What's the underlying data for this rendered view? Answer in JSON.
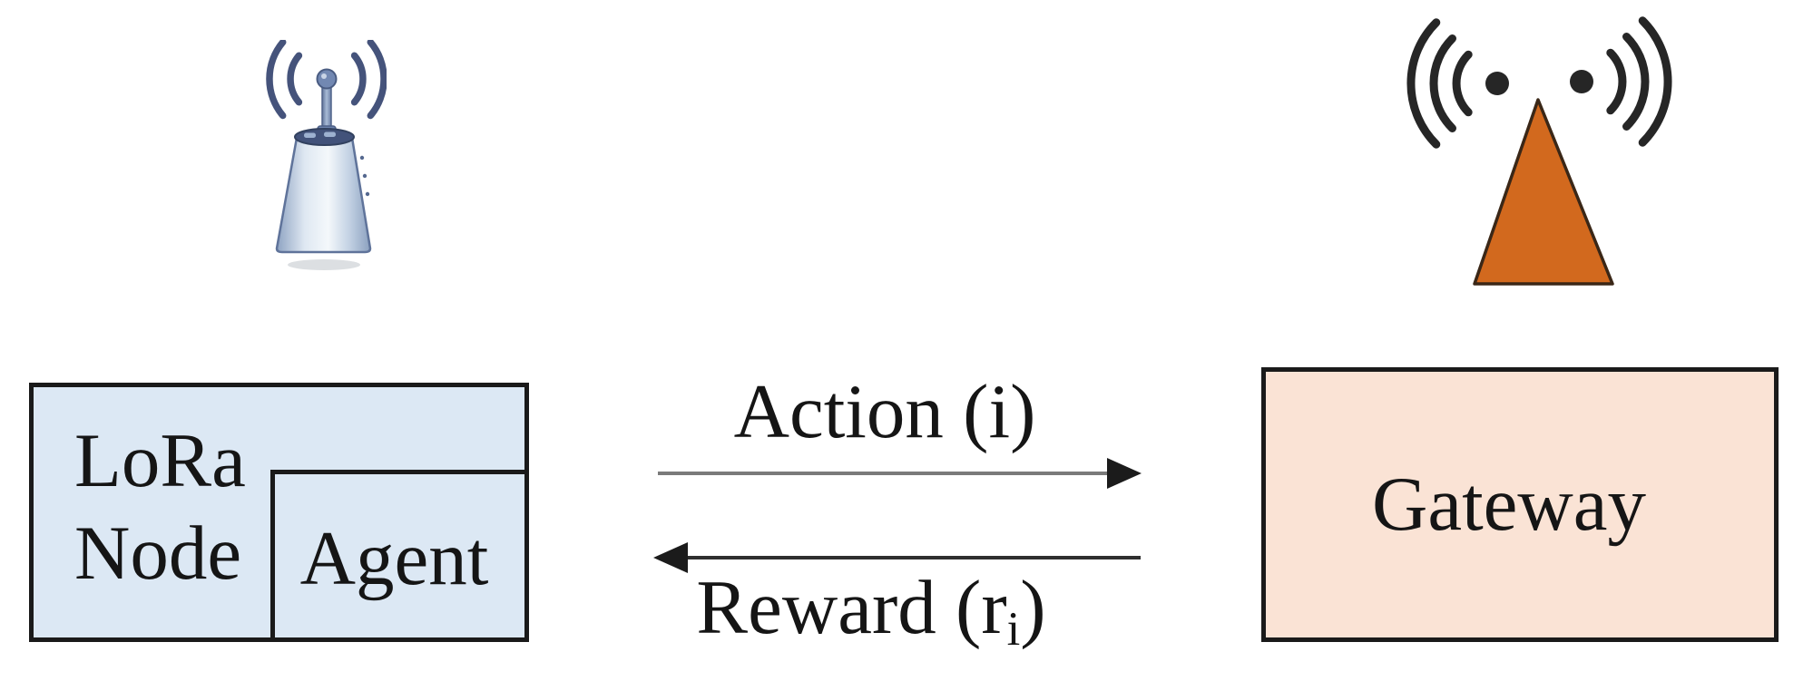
{
  "nodes": {
    "lora": {
      "line1": "LoRa",
      "line2": "Node",
      "agent": "Agent",
      "fill": "#dce8f4"
    },
    "gateway": {
      "label": "Gateway",
      "fill": "#fae3d5"
    }
  },
  "arrows": {
    "action": {
      "label": "Action (i)",
      "direction": "right",
      "line_color": "#7a7a7a"
    },
    "reward": {
      "pre": "Reward (r",
      "sub": "i",
      "post": ")",
      "direction": "left",
      "line_color": "#2f2f2f"
    }
  },
  "icons": {
    "left": "lora-node-antenna",
    "right": "gateway-antenna-tower"
  },
  "colors": {
    "border": "#1a1a1a",
    "text": "#151515",
    "antenna_blue": "#45537b",
    "gateway_orange": "#d2691e",
    "wave_dark": "#262626"
  }
}
